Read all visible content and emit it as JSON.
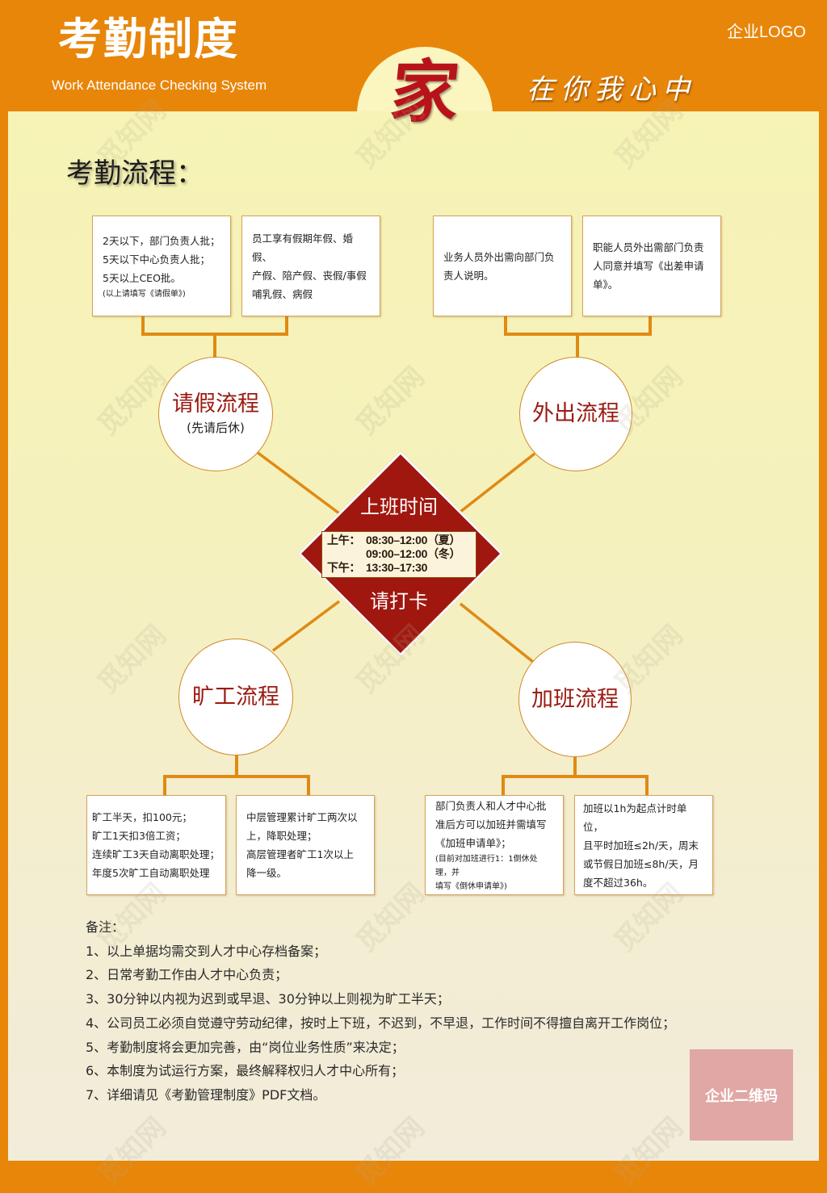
{
  "header": {
    "title": "考勤制度",
    "subtitle": "Work Attendance Checking System",
    "logo": "企业LOGO",
    "emblem_char": "家",
    "slogan": "在你我心中"
  },
  "section_title": "考勤流程：",
  "center": {
    "title": "上班时间",
    "schedule": [
      {
        "label": "上午：",
        "time": "08:30–12:00（夏）"
      },
      {
        "label": "",
        "time": "09:00–12:00（冬）"
      },
      {
        "label": "下午：",
        "time": "13:30–17:30"
      }
    ],
    "footer": "请打卡"
  },
  "processes": {
    "leave": {
      "label": "请假流程",
      "sub": "(先请后休)",
      "boxes": [
        {
          "lines": [
            "2天以下，部门负责人批；",
            "5天以下中心负责人批；",
            "5天以上CEO批。"
          ],
          "note": "(以上请填写《请假单》)"
        },
        {
          "lines": [
            "员工享有假期年假、婚假、",
            "产假、陪产假、丧假/事假",
            "哺乳假、病假"
          ]
        }
      ]
    },
    "outing": {
      "label": "外出流程",
      "boxes": [
        {
          "lines": [
            "业务人员外出需向部门负",
            "责人说明。"
          ]
        },
        {
          "lines": [
            "职能人员外出需部门负责",
            "人同意并填写《出差申请",
            "单》。"
          ]
        }
      ]
    },
    "absence": {
      "label": "旷工流程",
      "boxes": [
        {
          "lines": [
            "旷工半天，扣100元；",
            "旷工1天扣3倍工资；",
            "连续旷工3天自动离职处理；",
            "年度5次旷工自动离职处理"
          ]
        },
        {
          "lines": [
            "中层管理累计旷工两次以",
            "上，降职处理；",
            "高层管理者旷工1次以上",
            "降一级。"
          ]
        }
      ]
    },
    "overtime": {
      "label": "加班流程",
      "boxes": [
        {
          "lines": [
            "部门负责人和人才中心批",
            "准后方可以加班并需填写",
            "《加班申请单》；"
          ],
          "note": [
            "(目前对加班进行1：1倒休处理，并",
            "填写《倒休申请单》)"
          ]
        },
        {
          "lines": [
            "加班以1h为起点计时单位，",
            "且平时加班≤2h/天，周末",
            "或节假日加班≤8h/天，月",
            "度不超过36h。"
          ]
        }
      ]
    }
  },
  "notes": {
    "title": "备注：",
    "items": [
      "1、以上单据均需交到人才中心存档备案；",
      "2、日常考勤工作由人才中心负责；",
      "3、30分钟以内视为迟到或早退、30分钟以上则视为旷工半天；",
      "4、公司员工必须自觉遵守劳动纪律，按时上下班，不迟到，不早退，工作时间不得擅自离开工作岗位；",
      "5、考勤制度将会更加完善，由“岗位业务性质”来决定；",
      "6、本制度为试运行方案，最终解释权归人才中心所有；",
      "7、详细请见《考勤管理制度》PDF文档。"
    ]
  },
  "qr_placeholder": "企业二维码",
  "watermark": "觅知网",
  "colors": {
    "frame_orange": "#E8860A",
    "panel_yellow": "#F6F3B5",
    "panel_cream": "#F2ECDA",
    "diamond_red": "#A0170F",
    "circle_text_red": "#9A1A12",
    "connector_orange": "#E08A14",
    "qr_pink": "#E0A7A4"
  }
}
